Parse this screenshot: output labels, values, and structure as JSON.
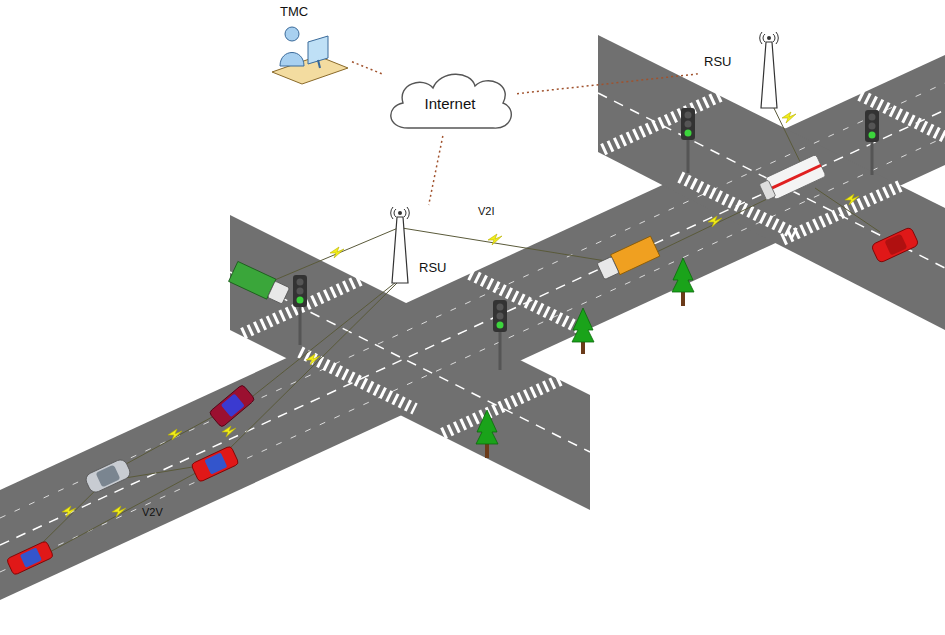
{
  "diagram": {
    "nodes": [
      {
        "text": [
          "TMC"
        ]
      },
      {
        "text": [
          "Internet"
        ]
      },
      {
        "text": [
          "RSU"
        ]
      },
      {
        "text": [
          "RSU"
        ]
      }
    ],
    "edges": [
      {
        "from": 0,
        "to": 1,
        "arrow": "none"
      },
      {
        "from": 1,
        "to": 3,
        "arrow": "none"
      },
      {
        "from": 1,
        "to": 2,
        "arrow": "none"
      }
    ],
    "labels": [
      "V2I",
      "V2V"
    ]
  }
}
